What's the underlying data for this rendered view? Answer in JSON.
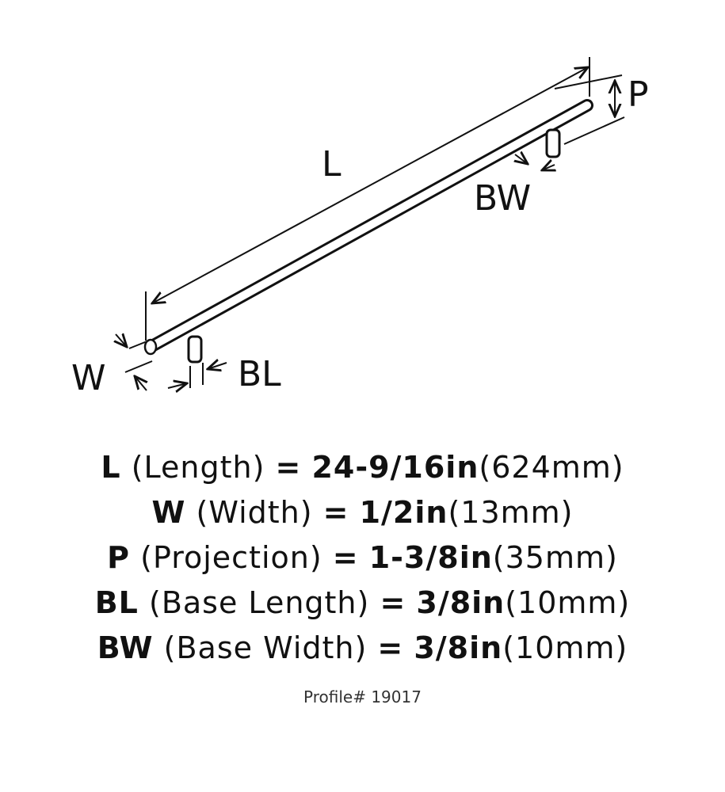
{
  "diagram": {
    "labels": {
      "length": "L",
      "projection": "P",
      "base_width": "BW",
      "width": "W",
      "base_length": "BL"
    }
  },
  "specs": [
    {
      "abbr": "L",
      "name": "(Length)",
      "eq": "=",
      "imperial": "24-9/16in",
      "metric": "(624mm)"
    },
    {
      "abbr": "W",
      "name": "(Width)",
      "eq": "=",
      "imperial": "1/2in",
      "metric": "(13mm)"
    },
    {
      "abbr": "P",
      "name": "(Projection)",
      "eq": "=",
      "imperial": "1-3/8in",
      "metric": "(35mm)"
    },
    {
      "abbr": "BL",
      "name": "(Base Length)",
      "eq": "=",
      "imperial": "3/8in",
      "metric": "(10mm)"
    },
    {
      "abbr": "BW",
      "name": "(Base Width)",
      "eq": "=",
      "imperial": "3/8in",
      "metric": "(10mm)"
    }
  ],
  "profile": "Profile# 19017"
}
